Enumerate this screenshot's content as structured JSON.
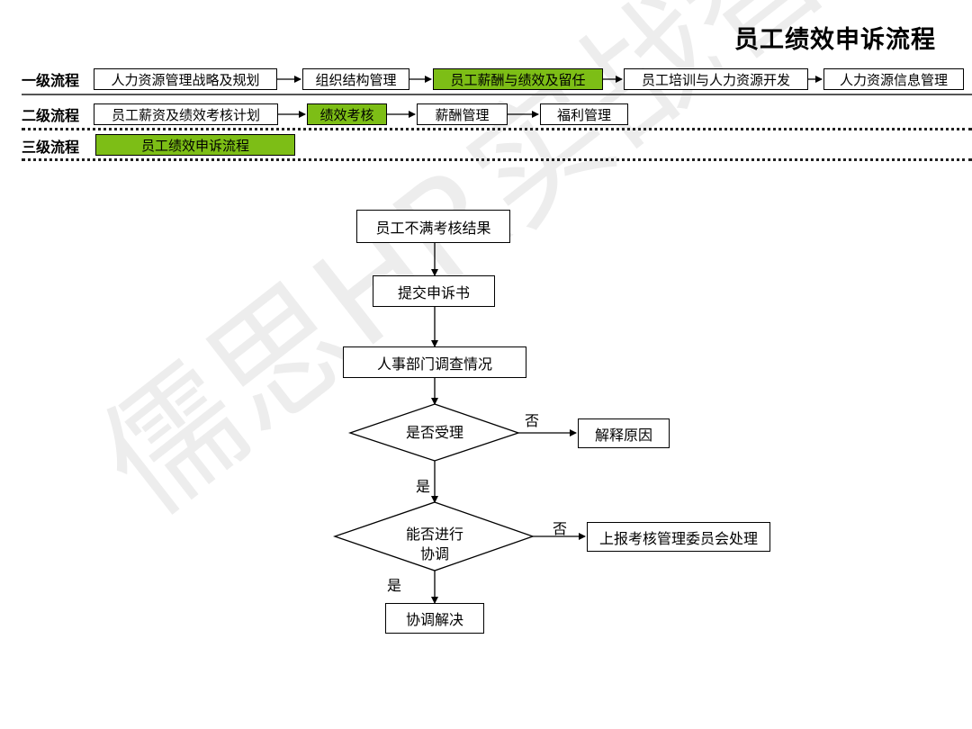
{
  "title": "员工绩效申诉流程",
  "watermark": "儒思HR实战智库",
  "levels": {
    "l1": {
      "label": "一级流程",
      "items": [
        "人力资源管理战略及规划",
        "组织结构管理",
        "员工薪酬与绩效及留任",
        "员工培训与人力资源开发",
        "人力资源信息管理"
      ],
      "active_index": 2
    },
    "l2": {
      "label": "二级流程",
      "items": [
        "员工薪资及绩效考核计划",
        "绩效考核",
        "薪酬管理",
        "福利管理"
      ],
      "active_index": 1
    },
    "l3": {
      "label": "三级流程",
      "items": [
        "员工绩效申诉流程"
      ],
      "active_index": 0
    }
  },
  "flow": {
    "step1": "员工不满考核结果",
    "step2": "提交申诉书",
    "step3": "人事部门调查情况",
    "decision1": "是否受理",
    "decision1_no": "否",
    "decision1_yes": "是",
    "reject": "解释原因",
    "decision2_line1": "能否进行",
    "decision2_line2": "协调",
    "decision2_no": "否",
    "decision2_yes": "是",
    "escalate": "上报考核管理委员会处理",
    "resolve": "协调解决"
  },
  "colors": {
    "active": "#7dbe16",
    "border": "#000000"
  }
}
